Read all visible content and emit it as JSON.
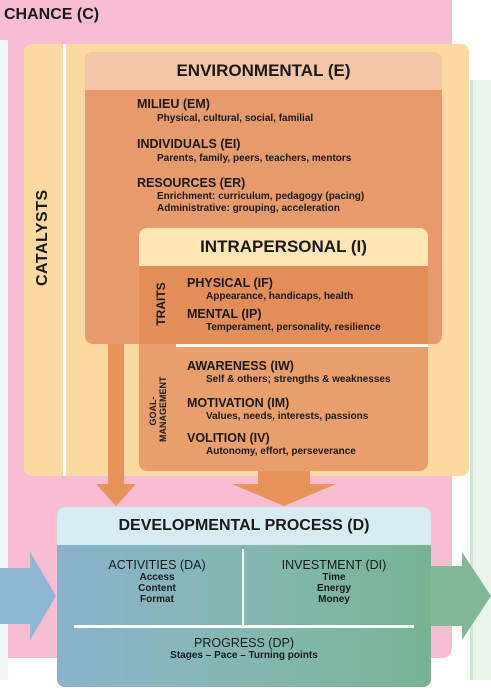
{
  "chance": {
    "title": "CHANCE (C)"
  },
  "catalysts": {
    "label": "CATALYSTS"
  },
  "environmental": {
    "title": "ENVIRONMENTAL (E)",
    "items": [
      {
        "heading": "MILIEU (EM)",
        "lines": [
          "Physical, cultural, social, familial"
        ]
      },
      {
        "heading": "INDIVIDUALS (EI)",
        "lines": [
          "Parents, family, peers, teachers, mentors"
        ]
      },
      {
        "heading": "RESOURCES (ER)",
        "lines": [
          "Enrichment: curriculum, pedagogy (pacing)",
          "Administrative: grouping, acceleration"
        ]
      }
    ]
  },
  "intrapersonal": {
    "title": "INTRAPERSONAL (I)",
    "traits_label": "TRAITS",
    "goal_label_1": "GOAL-",
    "goal_label_2": "MANAGEMENT",
    "traits": [
      {
        "heading": "PHYSICAL (IF)",
        "sub": "Appearance, handicaps, health"
      },
      {
        "heading": "MENTAL (IP)",
        "sub": "Temperament, personality, resilience"
      }
    ],
    "goals": [
      {
        "heading": "AWARENESS (IW)",
        "sub": "Self & others; strengths & weaknesses"
      },
      {
        "heading": "MOTIVATION (IM)",
        "sub": "Values, needs, interests, passions"
      },
      {
        "heading": "VOLITION (IV)",
        "sub": "Autonomy, effort, perseverance"
      }
    ]
  },
  "developmental": {
    "title": "DEVELOPMENTAL PROCESS (D)",
    "activities": {
      "heading": "ACTIVITIES (DA)",
      "items": [
        "Access",
        "Content",
        "Format"
      ]
    },
    "investment": {
      "heading": "INVESTMENT (DI)",
      "items": [
        "Time",
        "Energy",
        "Money"
      ]
    },
    "progress": {
      "heading": "PROGRESS (DP)",
      "sub": "Stages – Pace – Turning points"
    }
  },
  "colors": {
    "chance": "#f7bdd2",
    "catalysts": "#fcd9a0",
    "environmental": "#e79b6d",
    "intrapersonal": "#e99f6c",
    "developmental": "#84b1c4",
    "arrow_orange": "#e7935a",
    "arrow_blue": "#8fb6d2",
    "arrow_green": "#80b896"
  }
}
